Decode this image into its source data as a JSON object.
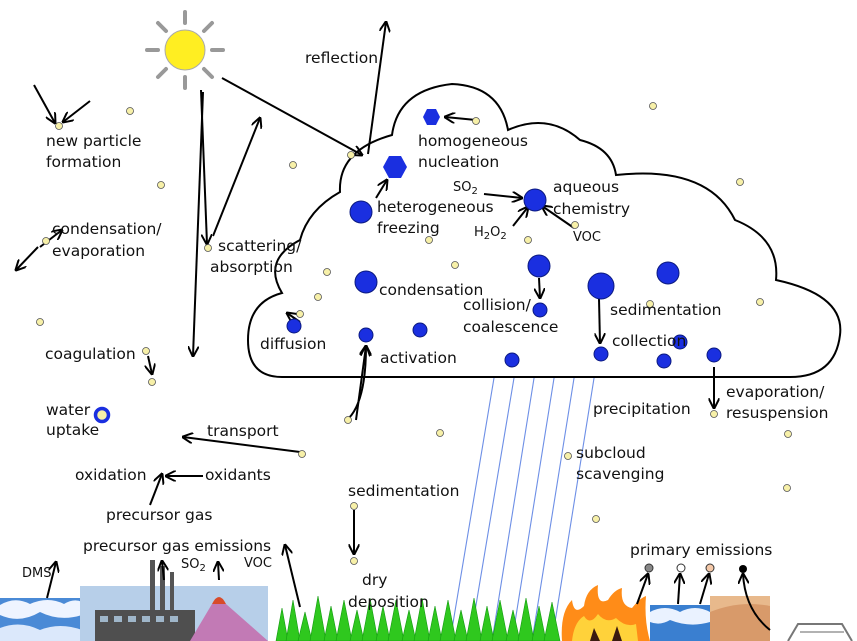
{
  "labels": {
    "reflection": "reflection",
    "new_particle_1": "new particle",
    "new_particle_2": "formation",
    "condensation_evap_1": "condensation/",
    "condensation_evap_2": "evaporation",
    "scattering_1": "scattering/",
    "scattering_2": "absorption",
    "coagulation": "coagulation",
    "water_uptake_1": "water",
    "water_uptake_2": "uptake",
    "transport": "transport",
    "oxidation": "oxidation",
    "oxidants": "oxidants",
    "precursor_gas": "precursor gas",
    "precursor_gas_emissions": "precursor gas emissions",
    "dms": "DMS",
    "so2_bottom": "SO",
    "so2_bottom_sub": "2",
    "voc_bottom": "VOC",
    "homogeneous_1": "homogeneous",
    "homogeneous_2": "nucleation",
    "heterogeneous_1": "heterogeneous",
    "heterogeneous_2": "freezing",
    "so2_cloud": "SO",
    "so2_cloud_sub": "2",
    "aqueous_1": "aqueous",
    "aqueous_2": "chemistry",
    "h2o2_a": "H",
    "h2o2_sub1": "2",
    "h2o2_b": "O",
    "h2o2_sub2": "2",
    "voc_cloud": "VOC",
    "condensation": "condensation",
    "collision_1": "collision/",
    "collision_2": "coalescence",
    "sedimentation_cloud": "sedimentation",
    "diffusion": "diffusion",
    "activation": "activation",
    "collection": "collection",
    "evaporation_1": "evaporation/",
    "evaporation_2": "resuspension",
    "precipitation": "precipitation",
    "subcloud_1": "subcloud",
    "subcloud_2": "scavenging",
    "sedimentation_dry": "sedimentation",
    "dry_1": "dry",
    "dry_2": "deposition",
    "primary_emissions": "primary emissions"
  },
  "colors": {
    "droplet": "#1a2fe0",
    "aerosol": "#f7f0a8",
    "sun": "#ffee22",
    "precip_line": "#6d8fe6",
    "tree": "#2fc81e",
    "fire": "#ff8c18",
    "ice": "#3a7fd0"
  }
}
